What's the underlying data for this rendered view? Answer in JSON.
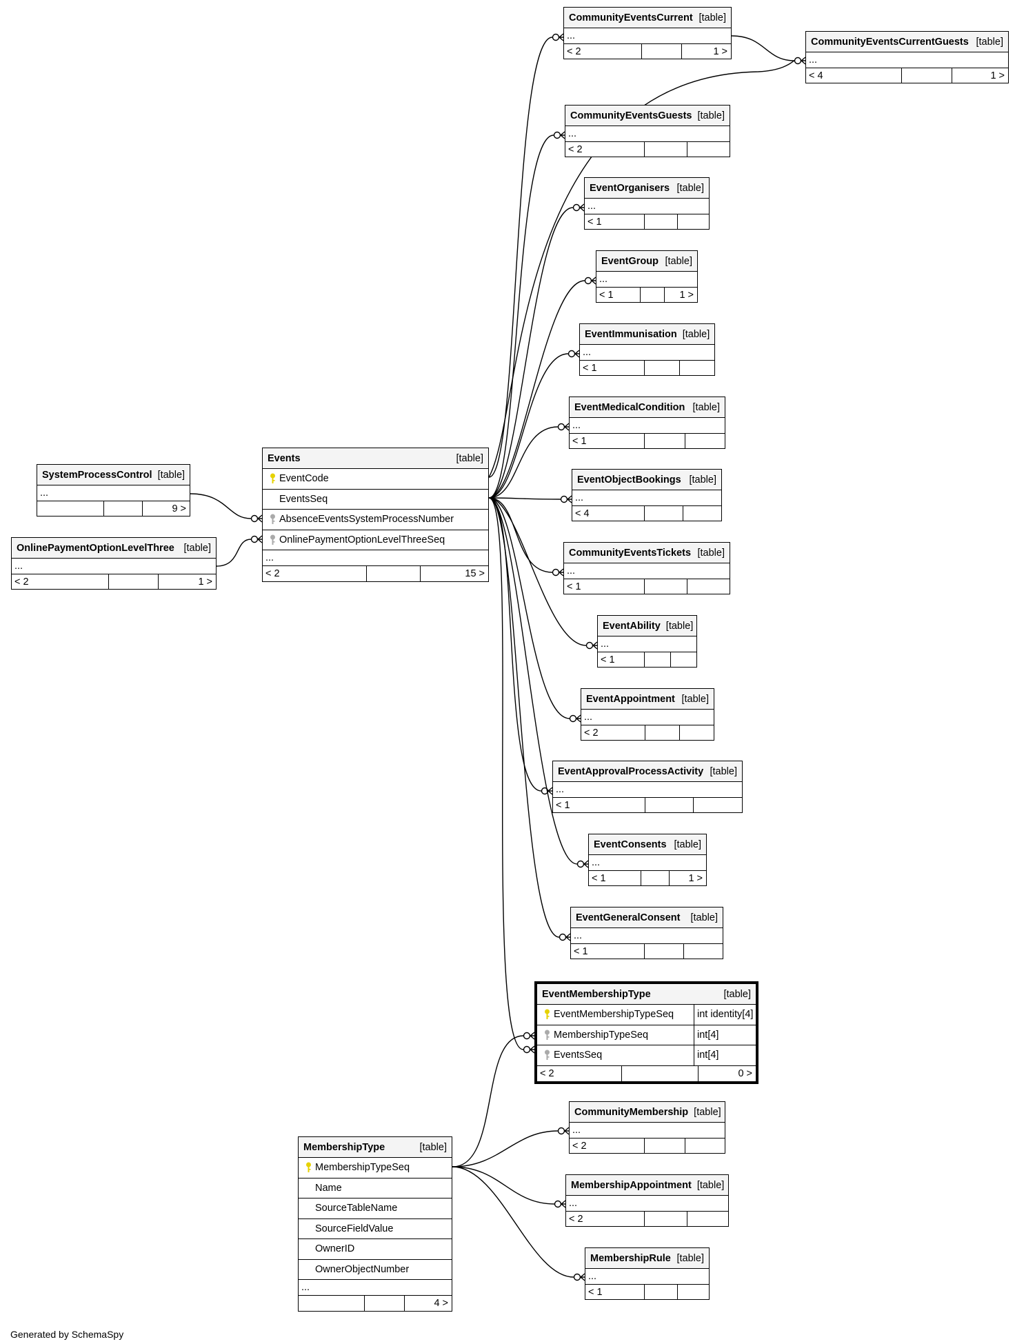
{
  "footer_text": "Generated by SchemaSpy",
  "colors": {
    "primary_key": "#e6d200",
    "foreign_key": "#aaaaaa",
    "header_bg": "#f4f4f4",
    "line": "#000000"
  },
  "tables": [
    {
      "id": "CommunityEventsCurrent",
      "name": "CommunityEventsCurrent",
      "type": "[table]",
      "ellipsis": "...",
      "footer": [
        "< 2",
        "",
        "1 >"
      ]
    },
    {
      "id": "CommunityEventsCurrentGuests",
      "name": "CommunityEventsCurrentGuests",
      "type": "[table]",
      "ellipsis": "...",
      "footer": [
        "< 4",
        "",
        "1 >"
      ]
    },
    {
      "id": "CommunityEventsGuests",
      "name": "CommunityEventsGuests",
      "type": "[table]",
      "ellipsis": "...",
      "footer": [
        "< 2",
        "",
        ""
      ]
    },
    {
      "id": "EventOrganisers",
      "name": "EventOrganisers",
      "type": "[table]",
      "ellipsis": "...",
      "footer": [
        "< 1",
        "",
        ""
      ]
    },
    {
      "id": "EventGroup",
      "name": "EventGroup",
      "type": "[table]",
      "ellipsis": "...",
      "footer": [
        "< 1",
        "",
        "1 >"
      ]
    },
    {
      "id": "EventImmunisation",
      "name": "EventImmunisation",
      "type": "[table]",
      "ellipsis": "...",
      "footer": [
        "< 1",
        "",
        ""
      ]
    },
    {
      "id": "EventMedicalCondition",
      "name": "EventMedicalCondition",
      "type": "[table]",
      "ellipsis": "...",
      "footer": [
        "< 1",
        "",
        ""
      ]
    },
    {
      "id": "EventObjectBookings",
      "name": "EventObjectBookings",
      "type": "[table]",
      "ellipsis": "...",
      "footer": [
        "< 4",
        "",
        ""
      ]
    },
    {
      "id": "CommunityEventsTickets",
      "name": "CommunityEventsTickets",
      "type": "[table]",
      "ellipsis": "...",
      "footer": [
        "< 1",
        "",
        ""
      ]
    },
    {
      "id": "EventAbility",
      "name": "EventAbility",
      "type": "[table]",
      "ellipsis": "...",
      "footer": [
        "< 1",
        "",
        ""
      ]
    },
    {
      "id": "EventAppointment",
      "name": "EventAppointment",
      "type": "[table]",
      "ellipsis": "...",
      "footer": [
        "< 2",
        "",
        ""
      ]
    },
    {
      "id": "EventApprovalProcessActivity",
      "name": "EventApprovalProcessActivity",
      "type": "[table]",
      "ellipsis": "...",
      "footer": [
        "< 1",
        "",
        ""
      ]
    },
    {
      "id": "EventConsents",
      "name": "EventConsents",
      "type": "[table]",
      "ellipsis": "...",
      "footer": [
        "< 1",
        "",
        "1 >"
      ]
    },
    {
      "id": "EventGeneralConsent",
      "name": "EventGeneralConsent",
      "type": "[table]",
      "ellipsis": "...",
      "footer": [
        "< 1",
        "",
        ""
      ]
    },
    {
      "id": "CommunityMembership",
      "name": "CommunityMembership",
      "type": "[table]",
      "ellipsis": "...",
      "footer": [
        "< 2",
        "",
        ""
      ]
    },
    {
      "id": "MembershipAppointment",
      "name": "MembershipAppointment",
      "type": "[table]",
      "ellipsis": "...",
      "footer": [
        "< 2",
        "",
        ""
      ]
    },
    {
      "id": "MembershipRule",
      "name": "MembershipRule",
      "type": "[table]",
      "ellipsis": "...",
      "footer": [
        "< 1",
        "",
        ""
      ]
    },
    {
      "id": "SystemProcessControl",
      "name": "SystemProcessControl",
      "type": "[table]",
      "ellipsis": "...",
      "footer": [
        "",
        "",
        "9 >"
      ]
    },
    {
      "id": "OnlinePaymentOptionLevelThree",
      "name": "OnlinePaymentOptionLevelThree",
      "type": "[table]",
      "ellipsis": "...",
      "footer": [
        "< 2",
        "",
        "1 >"
      ]
    },
    {
      "id": "Events",
      "name": "Events",
      "type": "[table]",
      "columns": [
        {
          "name": "EventCode",
          "key": "pk"
        },
        {
          "name": "EventsSeq",
          "key": ""
        },
        {
          "name": "AbsenceEventsSystemProcessNumber",
          "key": "fk"
        },
        {
          "name": "OnlinePaymentOptionLevelThreeSeq",
          "key": "fk"
        }
      ],
      "ellipsis": "...",
      "footer": [
        "< 2",
        "",
        "15 >"
      ]
    },
    {
      "id": "EventMembershipType",
      "name": "EventMembershipType",
      "type": "[table]",
      "focus": true,
      "columns": [
        {
          "name": "EventMembershipTypeSeq",
          "key": "pk",
          "dtype": "int identity[4]"
        },
        {
          "name": "MembershipTypeSeq",
          "key": "fk",
          "dtype": "int[4]"
        },
        {
          "name": "EventsSeq",
          "key": "fk",
          "dtype": "int[4]"
        }
      ],
      "footer": [
        "< 2",
        "",
        "0 >"
      ]
    },
    {
      "id": "MembershipType",
      "name": "MembershipType",
      "type": "[table]",
      "columns": [
        {
          "name": "MembershipTypeSeq",
          "key": "pk"
        },
        {
          "name": "Name",
          "key": ""
        },
        {
          "name": "SourceTableName",
          "key": ""
        },
        {
          "name": "SourceFieldValue",
          "key": ""
        },
        {
          "name": "OwnerID",
          "key": ""
        },
        {
          "name": "OwnerObjectNumber",
          "key": ""
        }
      ],
      "ellipsis": "...",
      "footer": [
        "",
        "",
        "4 >"
      ]
    }
  ]
}
